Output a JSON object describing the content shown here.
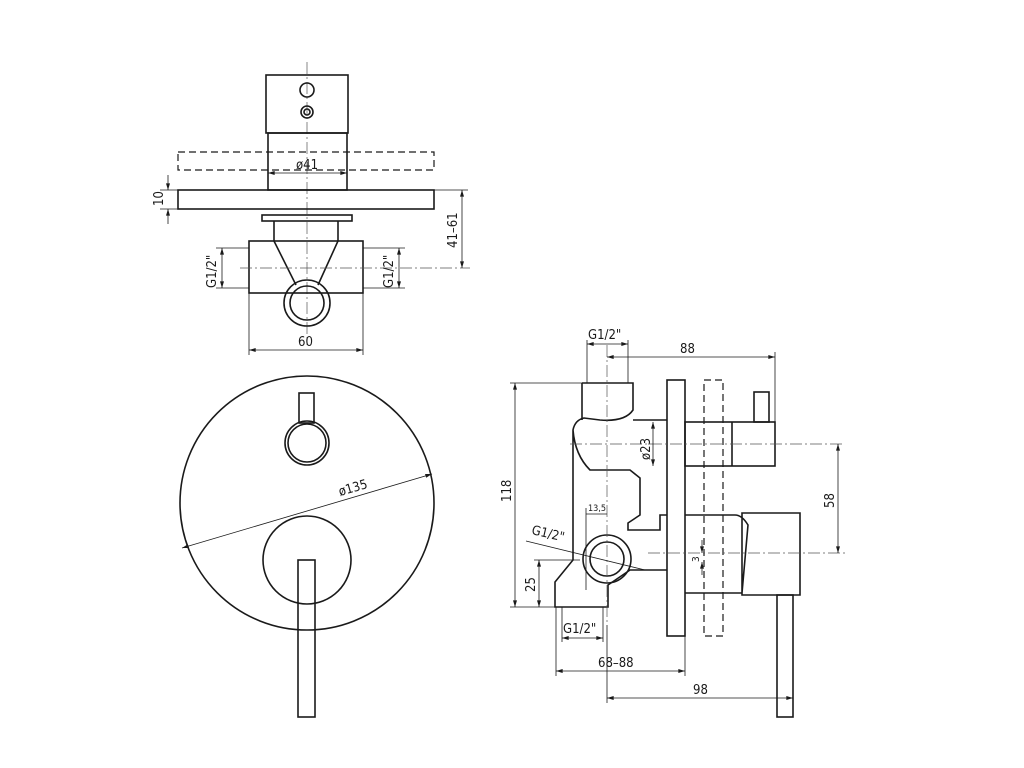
{
  "top_view": {
    "dim_diameter": "ø41",
    "dim_plate": "10",
    "dim_depth": "41–61",
    "dim_thread_left": "G1/2\"",
    "dim_thread_right": "G1/2\"",
    "dim_width": "60"
  },
  "front_view": {
    "dim_diameter": "ø135"
  },
  "side_view": {
    "dim_thread_top": "G1/2\"",
    "dim_length": "88",
    "dim_height": "118",
    "dim_spindle": "ø23",
    "dim_offset": "58",
    "dim_small": "13,5",
    "dim_thread_side": "G1/2\"",
    "dim_bottom": "25",
    "dim_thread_bottom": "G1/2\"",
    "dim_install": "68–88",
    "dim_total": "98",
    "dim_gap": "3"
  }
}
